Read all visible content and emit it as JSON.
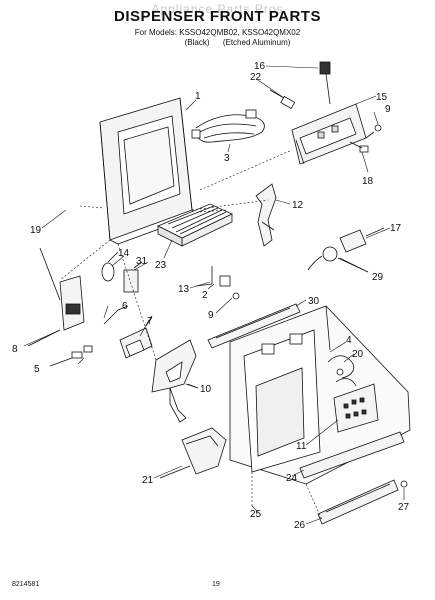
{
  "header": {
    "watermark": "Appliance Parts Pros",
    "title": "DISPENSER FRONT PARTS",
    "models_line": "For Models: KSSO42QMB02, KSSO42QMX02",
    "colors_line": "(Black)      (Etched Aluminum)"
  },
  "footer": {
    "doc_number": "8214581",
    "page_number": "19"
  },
  "callouts": {
    "c1": "1",
    "c2": "2",
    "c3": "3",
    "c4": "4",
    "c5": "5",
    "c6": "6",
    "c7": "7",
    "c8": "8",
    "c9a": "9",
    "c9b": "9",
    "c10": "10",
    "c11": "11",
    "c12": "12",
    "c13": "13",
    "c14": "14",
    "c15": "15",
    "c16": "16",
    "c17": "17",
    "c18": "18",
    "c19": "19",
    "c20": "20",
    "c21": "21",
    "c22": "22",
    "c23": "23",
    "c24": "24",
    "c25": "25",
    "c26": "26",
    "c27": "27",
    "c29": "29",
    "c30": "30",
    "c31": "31"
  }
}
